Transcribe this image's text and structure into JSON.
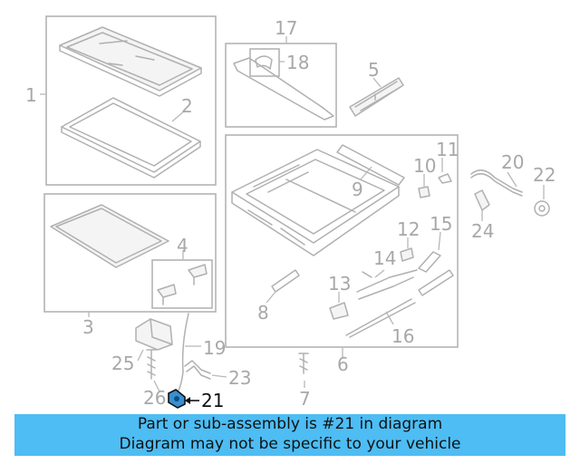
{
  "diagram": {
    "callouts": [
      "1",
      "2",
      "3",
      "4",
      "5",
      "6",
      "7",
      "8",
      "9",
      "10",
      "11",
      "12",
      "13",
      "14",
      "15",
      "16",
      "17",
      "18",
      "19",
      "20",
      "21",
      "22",
      "23",
      "24",
      "25",
      "26"
    ],
    "highlighted_callout": "21",
    "highlight_color": "#3a8fd0",
    "banner_color": "#4dbdf4"
  },
  "banner": {
    "line1": "Part or sub-assembly is #21 in diagram",
    "line2": "Diagram may not be specific to your vehicle"
  }
}
